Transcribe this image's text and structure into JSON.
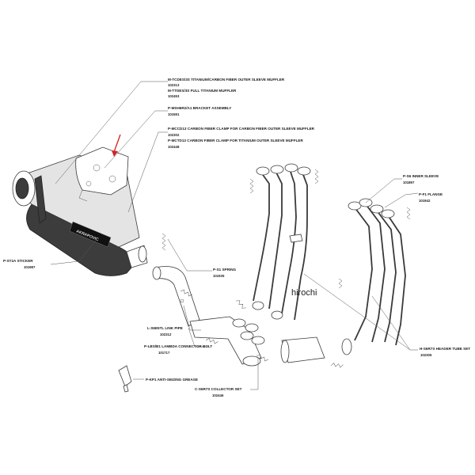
{
  "labels": {
    "muffler": {
      "code1": "M-TCDES/3S  TITANIUM/CARBON FIBER OUTER SLEEVE MUFFLER",
      "num1": "102313",
      "code2": "M-TTDES/3S  FULL TITANIUM MUFFLER",
      "num2": "102453"
    },
    "bracket": {
      "code": "P-MSH6R2/A1  BRACKET ASSEMBLY",
      "num": "101591"
    },
    "clamp": {
      "code1": "P-MCCD13  CARBON FIBER CLAMP FOR CARBON FIBER OUTER SLEEVE MUFFLER",
      "num1": "102302",
      "code2": "P-MCTD13  CARBON FIBER CLAMP FOR TITANIUM OUTER SLEEVE MUFFLER",
      "num2": "102448"
    },
    "inner_sleeve": {
      "code": "P-S6  INNER SLEEVE",
      "num": "101897"
    },
    "flange": {
      "code": "P-F1  FLANGE",
      "num": "101942"
    },
    "sticker": {
      "code": "P-ST2A  STICKER",
      "num": "101987"
    },
    "spring": {
      "code": "P-S1  SPRING",
      "num": "101935"
    },
    "link_pipe": {
      "code": "L-S6E5TL  LINK PIPE",
      "num": "102312"
    },
    "lambda_bolt": {
      "code": "P-LBS/B1  LAMBDA CONNECTOR BOLT",
      "num": "101717"
    },
    "header": {
      "code": "H-S6R7S  HEADER TUBE SET",
      "num": "102305"
    },
    "grease": {
      "code": "P-KP1  ANTI-SEIZING GREASE"
    },
    "collector": {
      "code": "C-S6R7S  COLLECTOR SET",
      "num": "102446"
    }
  },
  "brand_text": "AKRAPOVIC",
  "watermark": "hirochi",
  "colors": {
    "arrow": "#d42020",
    "line": "#3a3a3a",
    "muffler_dark": "#3c3c3c"
  }
}
